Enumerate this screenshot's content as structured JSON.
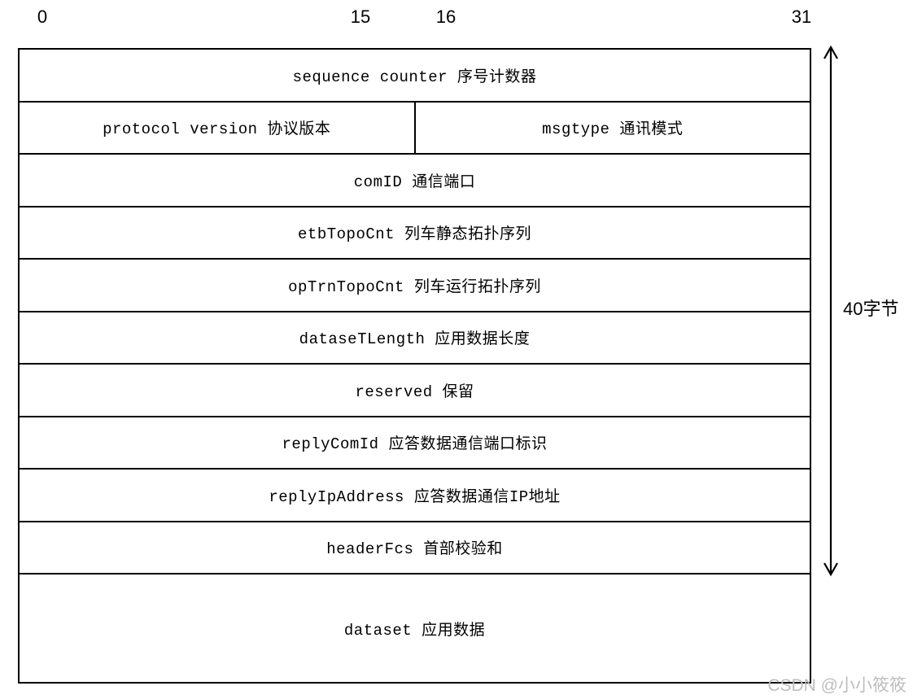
{
  "diagram": {
    "bit_labels": [
      "0",
      "15",
      "16",
      "31"
    ],
    "rows": [
      {
        "cells": [
          "sequence counter 序号计数器"
        ]
      },
      {
        "cells": [
          "protocol version 协议版本",
          "msgtype 通讯模式"
        ]
      },
      {
        "cells": [
          "comID 通信端口"
        ]
      },
      {
        "cells": [
          "etbTopoCnt 列车静态拓扑序列"
        ]
      },
      {
        "cells": [
          "opTrnTopoCnt 列车运行拓扑序列"
        ]
      },
      {
        "cells": [
          "dataseTLength 应用数据长度"
        ]
      },
      {
        "cells": [
          "reserved 保留"
        ]
      },
      {
        "cells": [
          "replyComId 应答数据通信端口标识"
        ]
      },
      {
        "cells": [
          "replyIpAddress 应答数据通信IP地址"
        ]
      },
      {
        "cells": [
          "headerFcs 首部校验和"
        ]
      },
      {
        "cells": [
          "dataset 应用数据"
        ]
      }
    ],
    "size_label": "40字节",
    "colors": {
      "line": "#000000",
      "text": "#000000",
      "watermark": "#bababa"
    }
  },
  "watermark": {
    "text": "CSDN @小小筱筱"
  }
}
